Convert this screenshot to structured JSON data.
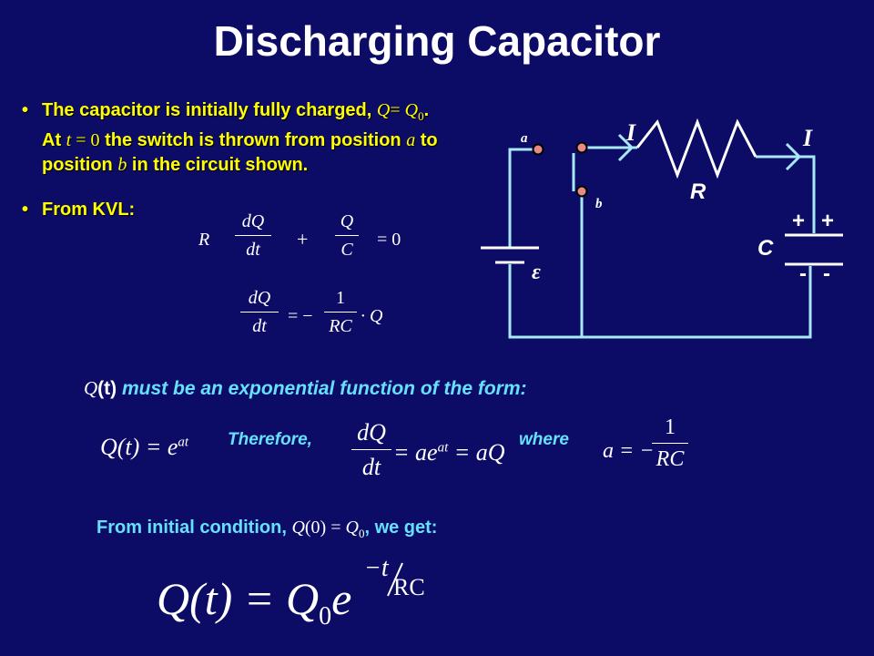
{
  "title": "Discharging Capacitor",
  "bullets": {
    "b1_a": "The capacitor is initially fully charged, ",
    "b1_q": "Q",
    "b1_eq": "= ",
    "b1_q0": "Q",
    "b1_q0_sub": "0",
    "b1_b": ". At ",
    "b1_t": "t",
    "b1_teq": " = 0",
    "b1_c": " the switch is thrown from position ",
    "b1_pa": "a",
    "b1_d": " to position ",
    "b1_pb": "b",
    "b1_e": " in the circuit shown.",
    "b2": "From KVL:"
  },
  "eq1": {
    "R": "R",
    "num1": "dQ",
    "den1": "dt",
    "plus": "+",
    "num2": "Q",
    "den2": "C",
    "eq0": "= 0"
  },
  "eq2": {
    "num": "dQ",
    "den": "dt",
    "eqminus": "= −",
    "fnum": "1",
    "fden": "RC",
    "tail": "· Q"
  },
  "exp_line": {
    "q": "Q",
    "t": "(t)",
    "rest": " must be an exponential function of the form:"
  },
  "eq3": {
    "text": "Q(t) = e",
    "sup": "at"
  },
  "therefore": "Therefore,",
  "eq4": {
    "num": "dQ",
    "den": "dt",
    "rhs1": "= ae",
    "sup": "at",
    "rhs2": " = aQ"
  },
  "where": "where",
  "eq5": {
    "lhs": "a = −",
    "num": "1",
    "den": "RC"
  },
  "initial": {
    "a": "From initial condition, ",
    "q": "Q",
    "arg": "(0)",
    "eq": " = ",
    "q0": "Q",
    "sub": "0",
    "b": ", we get:"
  },
  "final": {
    "lhs": "Q(t) = Q",
    "sub": "0",
    "e": "e",
    "sup_num": "−t",
    "sup_den": "RC"
  },
  "circuit": {
    "label_a": "a",
    "label_b": "b",
    "label_I1": "I",
    "label_I2": "I",
    "label_R": "R",
    "label_C": "C",
    "plus1": "+",
    "plus2": "+",
    "minus1": "-",
    "minus2": "-",
    "emf": "ε",
    "wire_color": "#a8e8f8",
    "resistor_color": "#ffffff",
    "terminal_color": "#e88a8a"
  }
}
